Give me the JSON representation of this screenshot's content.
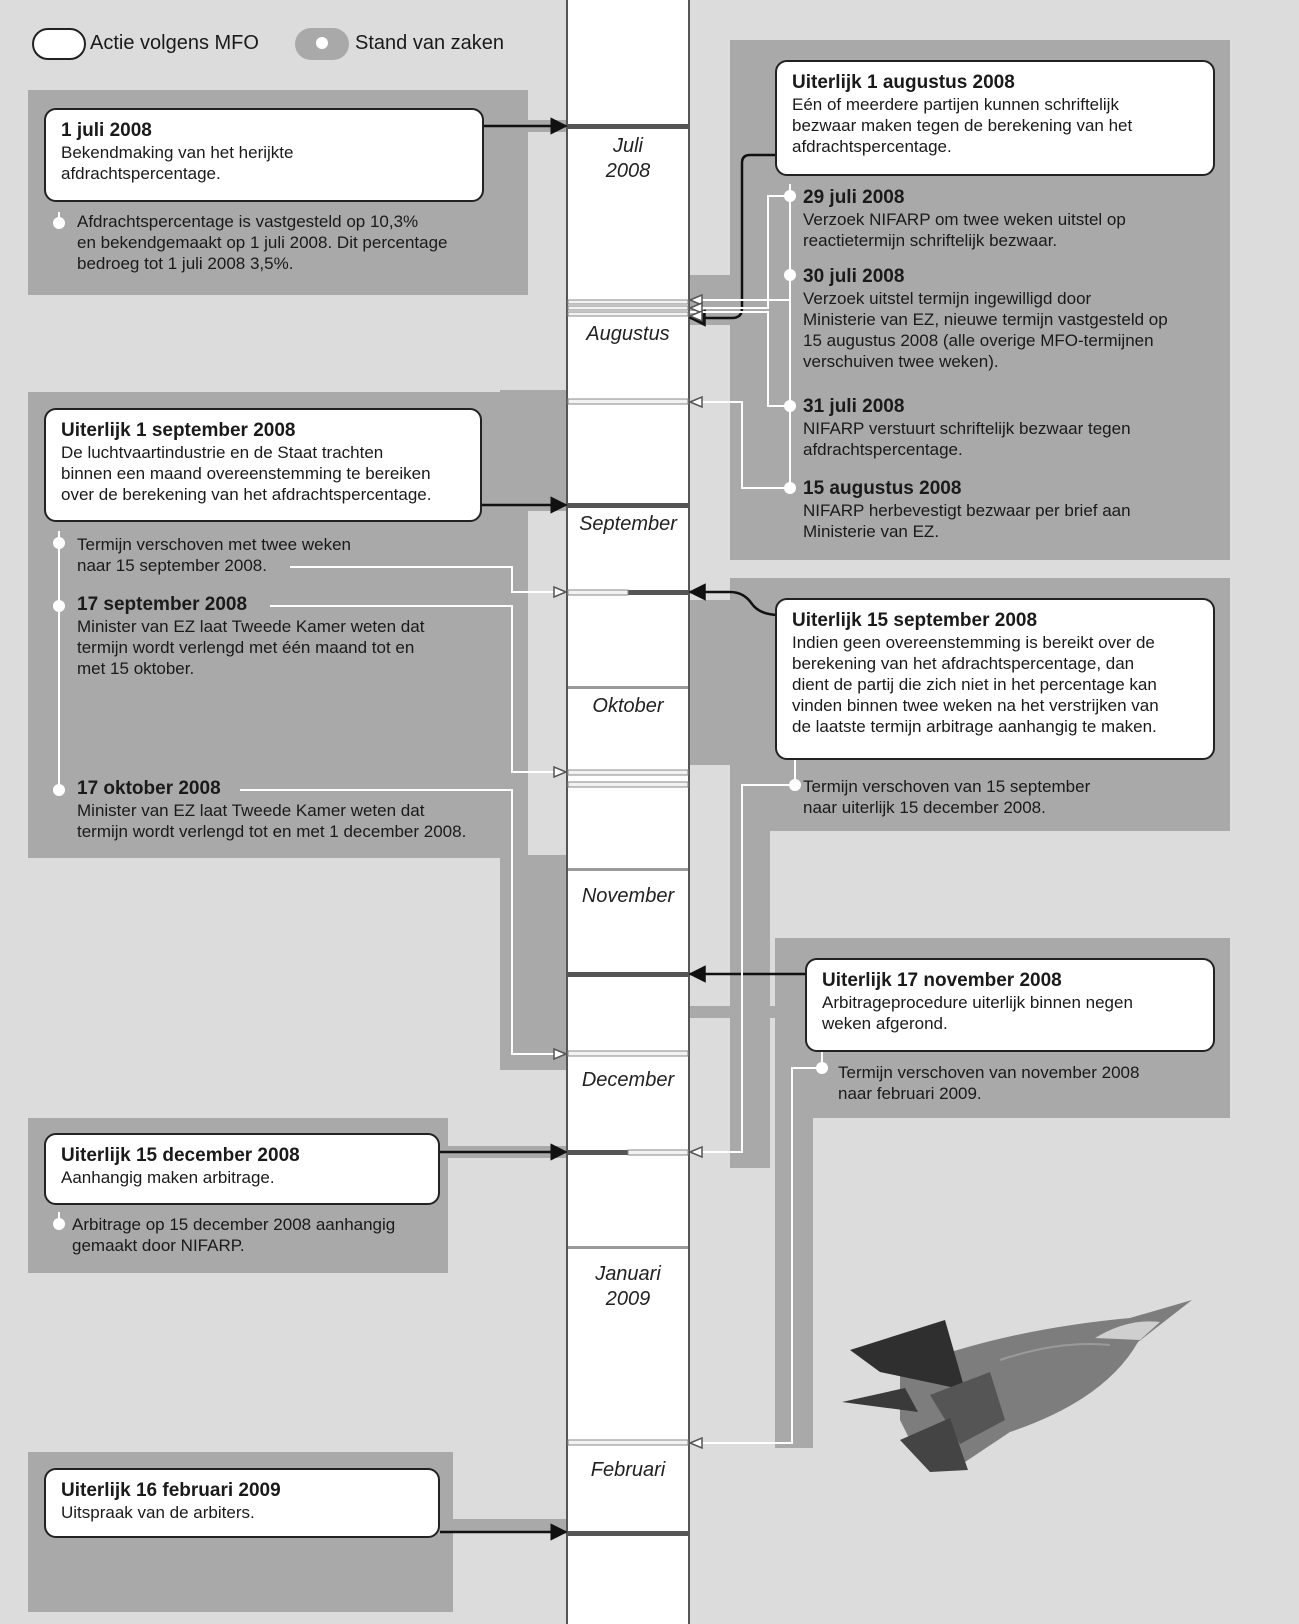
{
  "legend": {
    "action": "Actie volgens MFO",
    "status": "Stand van zaken"
  },
  "months": {
    "juli": [
      "Juli",
      "2008"
    ],
    "augustus": "Augustus",
    "september": "September",
    "oktober": "Oktober",
    "november": "November",
    "december": "December",
    "januari": [
      "Januari",
      "2009"
    ],
    "februari": "Februari"
  },
  "left": {
    "jul1": {
      "title": "1 juli 2008",
      "lines": [
        "Bekendmaking van het herijkte",
        "afdrachtspercentage."
      ],
      "note": [
        "Afdrachtspercentage is vastgesteld op 10,3%",
        "en bekendgemaakt op 1 juli 2008. Dit percentage",
        "bedroeg tot 1 juli 2008 3,5%."
      ]
    },
    "sep1": {
      "title": "Uiterlijk 1 september 2008",
      "lines": [
        "De luchtvaartindustrie en de Staat trachten",
        "binnen een maand overeenstemming te bereiken",
        "over de berekening van het afdrachtspercentage."
      ],
      "note": [
        "Termijn verschoven met twee weken",
        "naar 15 september 2008."
      ],
      "sub1": {
        "title": "17 september 2008",
        "lines": [
          "Minister van EZ laat Tweede Kamer weten dat",
          "termijn wordt verlengd met één maand tot en",
          "met 15 oktober."
        ]
      },
      "sub2": {
        "title": "17 oktober 2008",
        "lines": [
          "Minister van EZ laat Tweede Kamer weten dat",
          "termijn wordt verlengd tot en met 1 december 2008."
        ]
      }
    },
    "dec15": {
      "title": "Uiterlijk 15 december 2008",
      "lines": [
        "Aanhangig maken arbitrage."
      ],
      "note": [
        "Arbitrage op 15 december 2008 aanhangig",
        "gemaakt door NIFARP."
      ]
    },
    "feb16": {
      "title": "Uiterlijk 16 februari 2009",
      "lines": [
        "Uitspraak van de arbiters."
      ]
    }
  },
  "right": {
    "aug1": {
      "title": "Uiterlijk 1 augustus 2008",
      "lines": [
        "Eén of meerdere partijen kunnen schriftelijk",
        "bezwaar maken tegen de berekening van het",
        "afdrachtspercentage."
      ],
      "subs": [
        {
          "title": "29 juli 2008",
          "lines": [
            "Verzoek NIFARP om twee weken uitstel op",
            "reactietermijn schriftelijk bezwaar."
          ]
        },
        {
          "title": "30 juli 2008",
          "lines": [
            "Verzoek uitstel termijn ingewilligd door",
            "Ministerie van EZ, nieuwe termijn vastgesteld op",
            "15 augustus 2008 (alle overige MFO-termijnen",
            "verschuiven twee weken)."
          ]
        },
        {
          "title": "31 juli 2008",
          "lines": [
            "NIFARP verstuurt schriftelijk bezwaar tegen",
            "afdrachtspercentage."
          ]
        },
        {
          "title": "15 augustus 2008",
          "lines": [
            "NIFARP herbevestigt bezwaar per brief aan",
            "Ministerie van EZ."
          ]
        }
      ]
    },
    "sep15": {
      "title": "Uiterlijk 15 september 2008",
      "lines": [
        "Indien geen overeenstemming is bereikt over de",
        "berekening van het afdrachtspercentage, dan",
        "dient de partij die zich niet in het percentage kan",
        "vinden binnen twee weken na het verstrijken van",
        "de laatste termijn arbitrage aanhangig te maken."
      ],
      "note": [
        "Termijn verschoven van 15 september",
        "naar uiterlijk 15 december 2008."
      ]
    },
    "nov17": {
      "title": "Uiterlijk 17 november 2008",
      "lines": [
        "Arbitrageprocedure uiterlijk binnen negen",
        "weken afgerond."
      ],
      "note": [
        "Termijn verschoven van november 2008",
        "naar februari 2009."
      ]
    }
  }
}
